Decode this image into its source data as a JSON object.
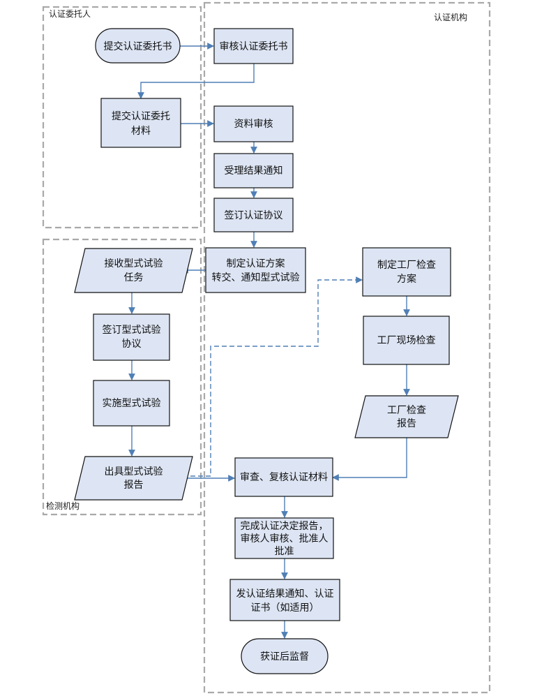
{
  "lanes": {
    "client": "认证委托人",
    "cert_body": "认证机构",
    "test_lab": "检测机构"
  },
  "nodes": {
    "submit_request": [
      "提交认证委托书"
    ],
    "review_request": [
      "审核认证委托书"
    ],
    "submit_materials": [
      "提交认证委托",
      "材料"
    ],
    "document_review": [
      "资料审核"
    ],
    "acceptance_notice": [
      "受理结果通知"
    ],
    "sign_agreement": [
      "签订认证协议"
    ],
    "make_plan": [
      "制定认证方案",
      "转交、通知型式试验"
    ],
    "receive_test_task": [
      "接收型式试验",
      "任务"
    ],
    "sign_test_agreement": [
      "签订型式试验",
      "协议"
    ],
    "perform_test": [
      "实施型式试验"
    ],
    "issue_test_report": [
      "出具型式试验",
      "报告"
    ],
    "plan_factory_inspection": [
      "制定工厂检查",
      "方案"
    ],
    "factory_inspection": [
      "工厂现场检查"
    ],
    "factory_report": [
      "工厂检查",
      "报告"
    ],
    "review_materials": [
      "审查、复核认证材料"
    ],
    "decision_report": [
      "完成认证决定报告，",
      "审核人审核、批准人",
      "批准"
    ],
    "issue_certificate": [
      "发认证结果通知、认证",
      "证书（如适用）"
    ],
    "surveillance": [
      "获证后监督"
    ]
  }
}
